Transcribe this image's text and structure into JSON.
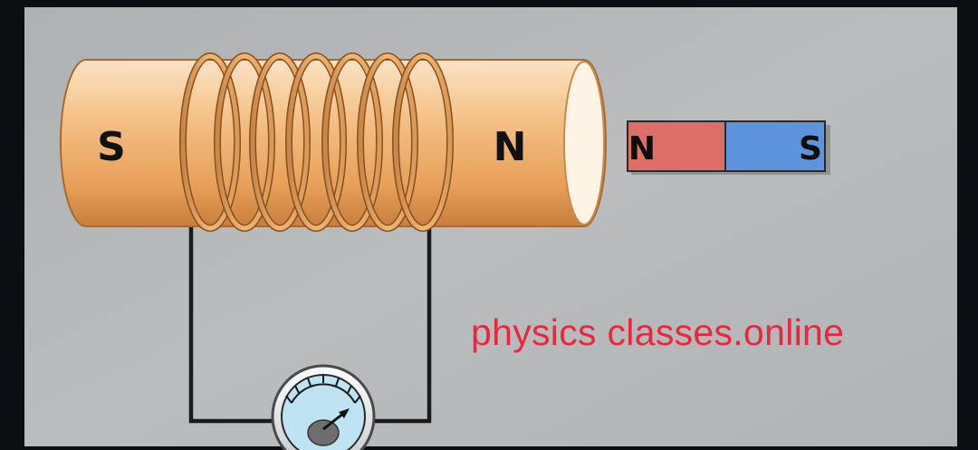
{
  "core": {
    "left_pole": "S",
    "right_pole": "N"
  },
  "bar_magnet": {
    "left_pole": "N",
    "right_pole": "S",
    "north_color": "#de6f68",
    "south_color": "#5e93dd"
  },
  "watermark": "physics classes.online",
  "colors": {
    "frame": "#0b0f14",
    "board": "#b7b9bb",
    "core_orange": "#e8a462",
    "core_end": "#fdf4e6",
    "wire": "#1a1a1a",
    "meter_face": "#bfe3f2",
    "text_accent": "#e8283e"
  }
}
